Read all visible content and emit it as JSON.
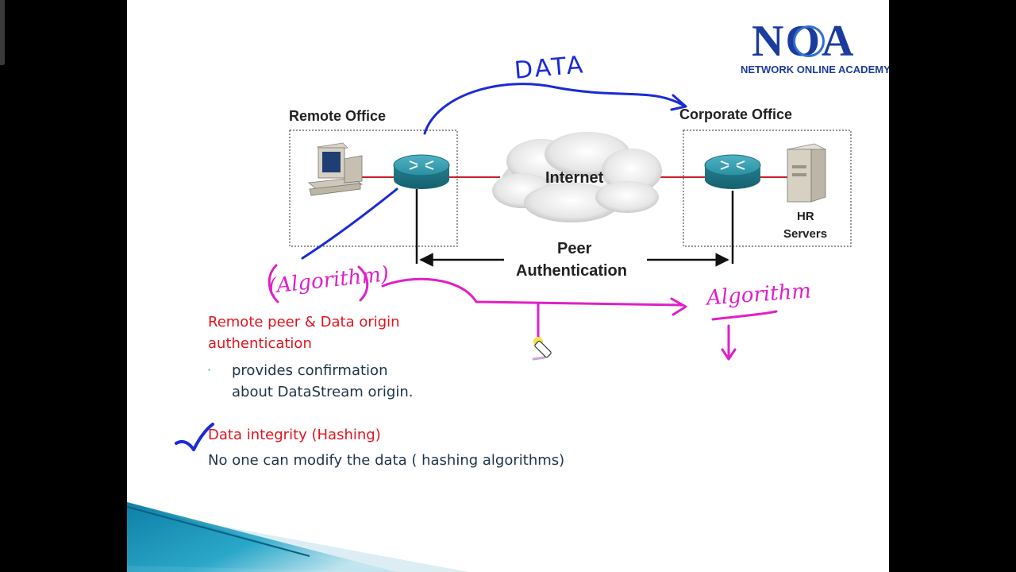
{
  "logo": {
    "letters": "NOA",
    "text": "NETWORK ONLINE ACADEMY"
  },
  "diagram": {
    "remote_office": "Remote Office",
    "corporate_office": "Corporate Office",
    "internet": "Internet",
    "hr_line1": "HR",
    "hr_line2": "Servers",
    "peer_line1": "Peer",
    "peer_line2": "Authentication"
  },
  "annotations": {
    "data": "DATA",
    "algorithm_left": "(Algorithm)",
    "algorithm_right": "Algorithm"
  },
  "bullets": {
    "heading1_line1": "Remote peer & Data origin",
    "heading1_line2": "authentication",
    "sub_marker": "·",
    "sub1_line1": "provides confirmation",
    "sub1_line2": "about DataStream origin.",
    "heading2": "Data integrity (Hashing)",
    "body2": "No one can modify the data ( hashing algorithms)"
  },
  "colors": {
    "bullet_heading": "#e3131e",
    "annotation_blue": "#1a2bd6",
    "annotation_magenta": "#e020c8",
    "link_line": "#c8202a"
  }
}
